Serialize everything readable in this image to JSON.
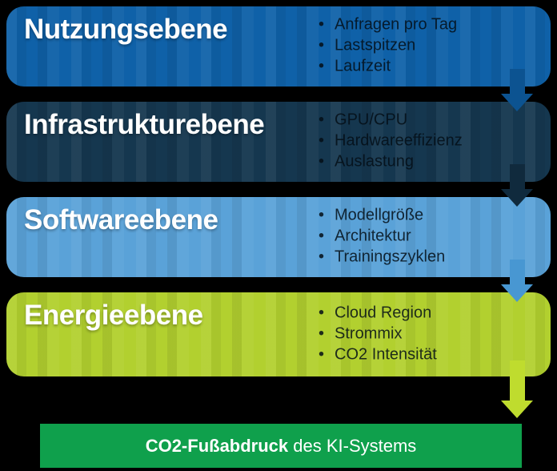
{
  "background": "#000000",
  "layers": [
    {
      "title": "Nutzungsebene",
      "bullets": [
        "Anfragen pro Tag",
        "Lastspitzen",
        "Laufzeit"
      ],
      "band_color": "#0F61A8",
      "arrow_color": "#0C5391"
    },
    {
      "title": "Infrastrukturebene",
      "bullets": [
        "GPU/CPU",
        "Hardwareeffizienz",
        "Auslastung"
      ],
      "band_color": "#15374F",
      "arrow_color": "#102A3D"
    },
    {
      "title": "Softwareebene",
      "bullets": [
        "Modellgröße",
        "Architektur",
        "Trainingszyklen"
      ],
      "band_color": "#5AA2D8",
      "arrow_color": "#4897D2"
    },
    {
      "title": "Energieebene",
      "bullets": [
        "Cloud Region",
        "Strommix",
        "CO2 Intensität"
      ],
      "band_color": "#B2D02F",
      "arrow_color": "#BFDC2E"
    }
  ],
  "result_bar": {
    "highlight": "CO2-Fußabdruck",
    "rest": " des KI-Systems",
    "color": "#0FA04C",
    "text_color": "#FFFFFF"
  }
}
